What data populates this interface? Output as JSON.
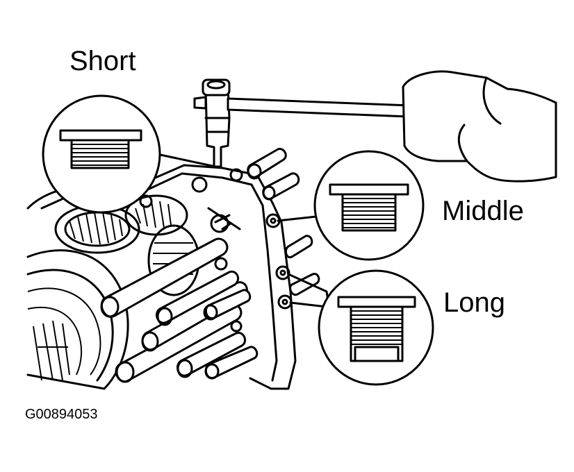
{
  "labels": {
    "short": "Short",
    "middle": "Middle",
    "long": "Long",
    "figure_code": "G00894053"
  }
}
